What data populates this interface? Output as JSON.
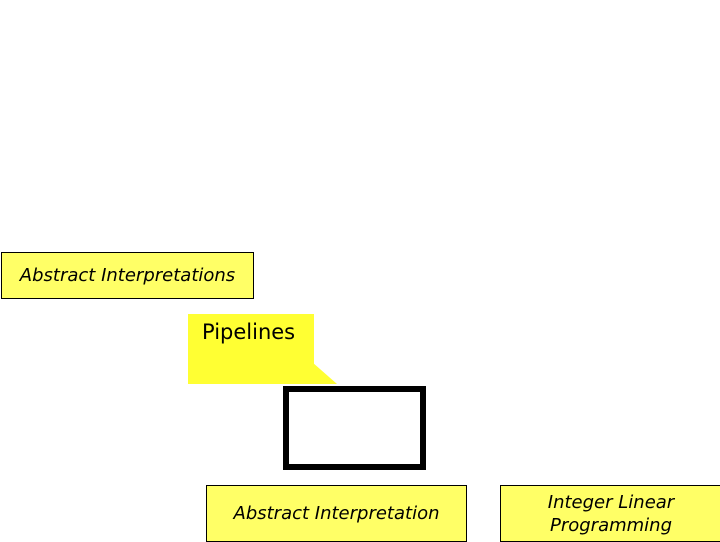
{
  "diagram": {
    "abstract_interpretations_label": "Abstract Interpretations",
    "pipelines_label": "Pipelines",
    "abstract_interpretation_label": "Abstract Interpretation",
    "ilp_line1": "Integer Linear",
    "ilp_line2": "Programming"
  },
  "colors": {
    "box_fill": "#ffff66",
    "callout_fill": "#ffff33",
    "frame_stroke": "#000000"
  }
}
